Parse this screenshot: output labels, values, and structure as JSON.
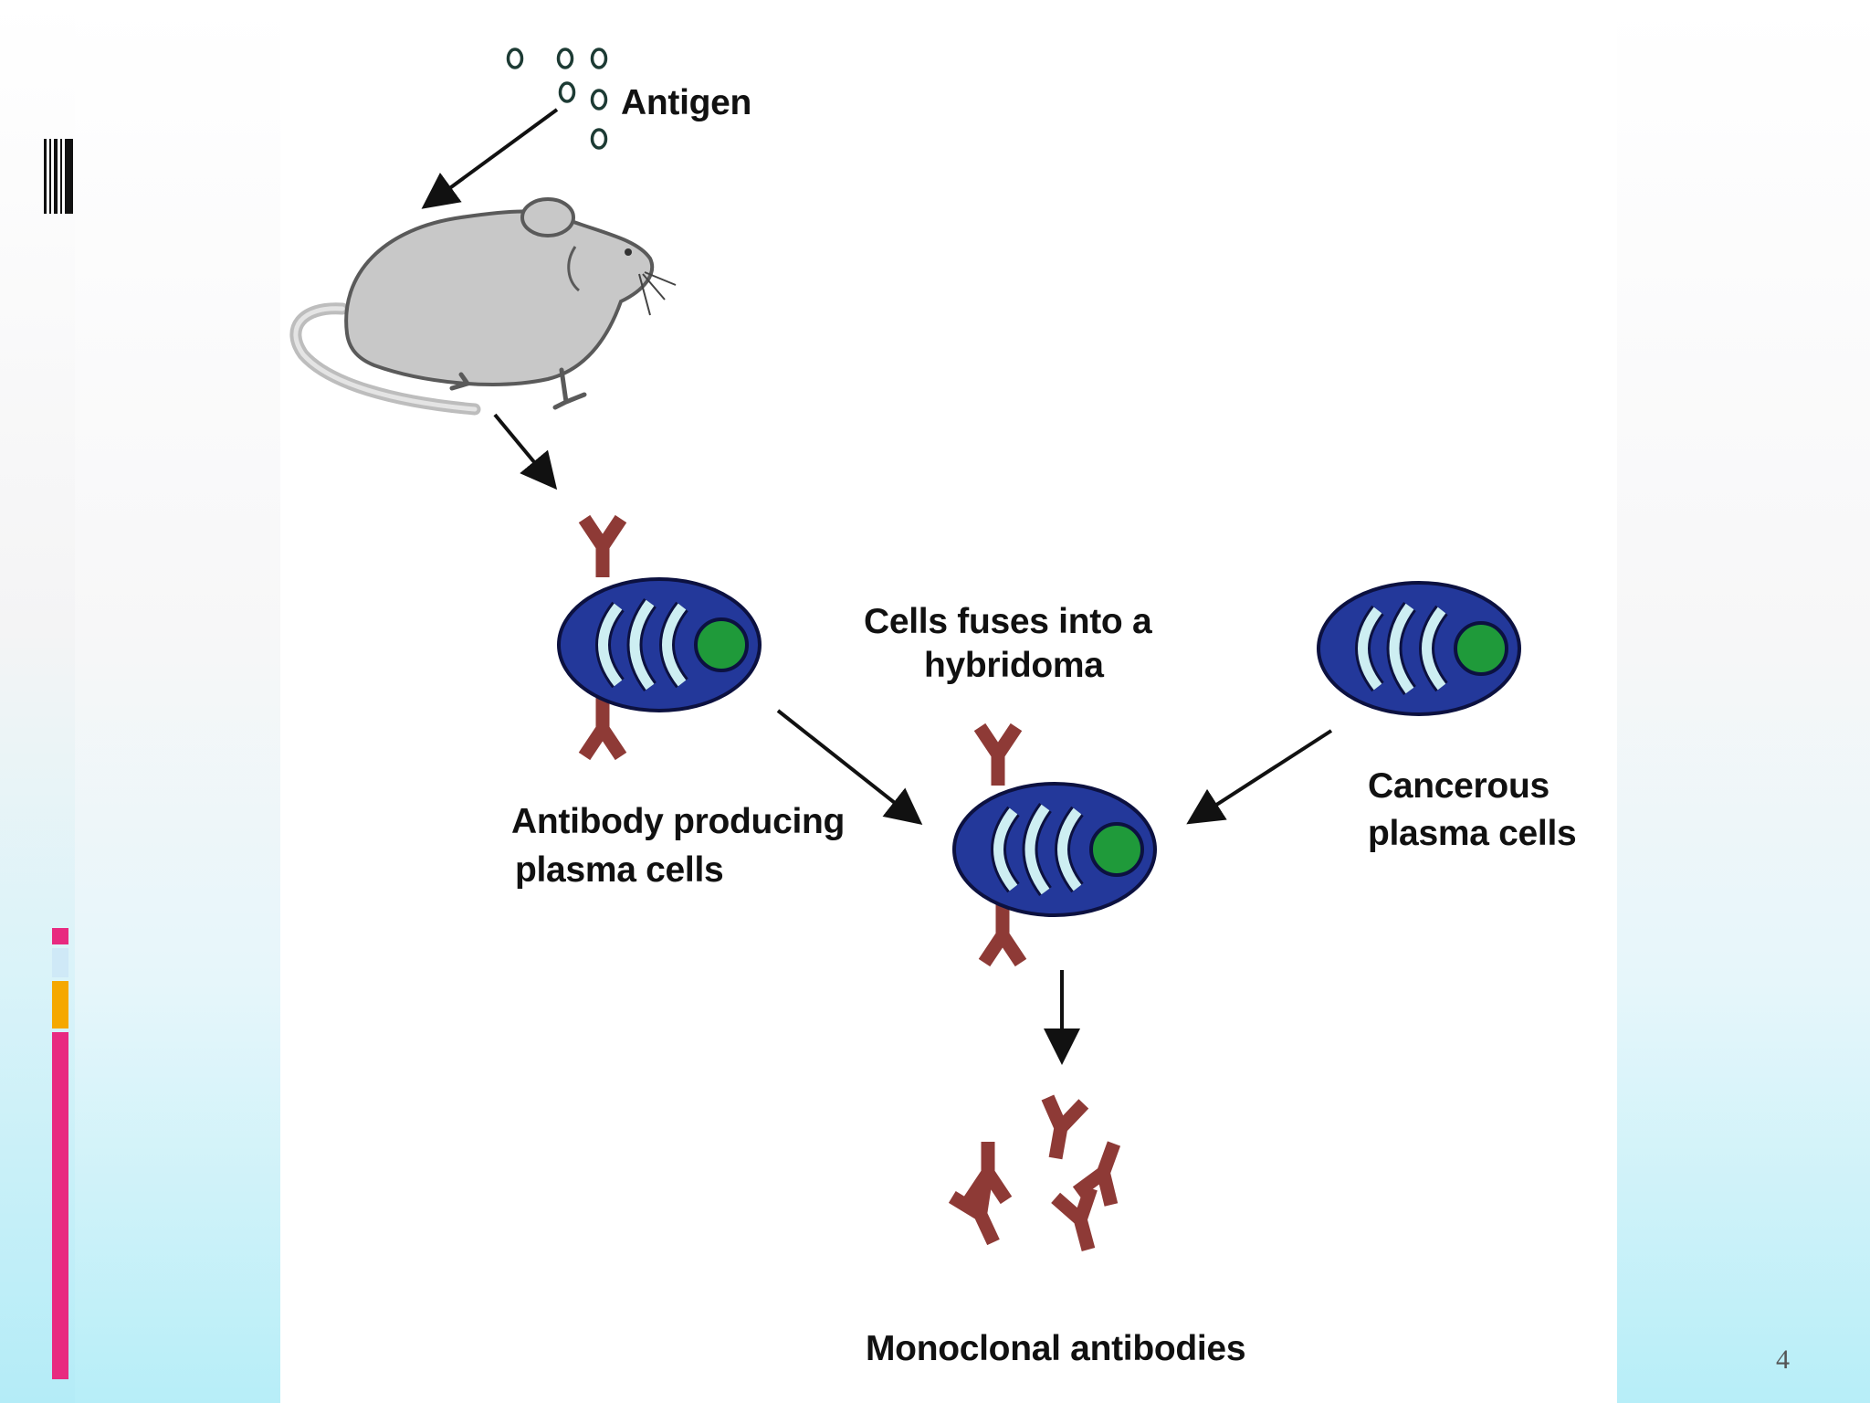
{
  "diagram": {
    "labels": {
      "antigen": "Antigen",
      "fuse_line1": "Cells fuses into a",
      "fuse_line2": "hybridoma",
      "producing_line1": "Antibody producing",
      "producing_line2": "plasma cells",
      "cancerous_line1": "Cancerous",
      "cancerous_line2": "plasma cells",
      "monoclonal": "Monoclonal antibodies"
    }
  },
  "slide": {
    "page_number": "4"
  },
  "colors": {
    "cell_fill": "#23389a",
    "cell_stroke": "#0c1140",
    "membrane": "#cdeef2",
    "nucleus": "#1f9a3a",
    "antibody": "#8e3a36",
    "mouse": "#c8c8c8",
    "accent_pink": "#e82a80",
    "accent_orange": "#f5a800",
    "accent_blue": "#cfe9f7"
  }
}
